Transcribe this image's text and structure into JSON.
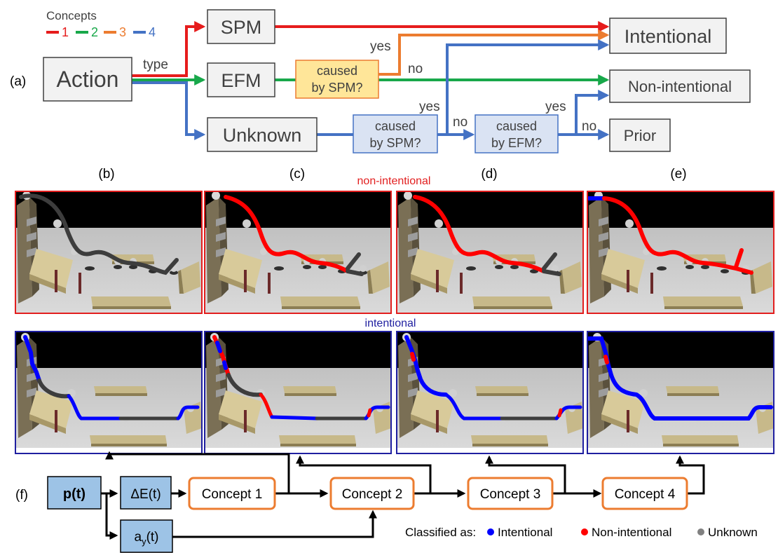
{
  "colors": {
    "c1": "#e61c1c",
    "c2": "#18a84a",
    "c3": "#ec7c30",
    "c4": "#4472c4",
    "box_fill": "#f2f2f2",
    "yellow_fill": "#ffe699",
    "blue_fill": "#dae3f3",
    "input_fill": "#9dc3e6",
    "concept_stroke": "#ec7c30",
    "panel_red": "#e21e1e",
    "panel_blue": "#1f1fa0",
    "dot_intentional": "#0000ff",
    "dot_nonintentional": "#ff0000",
    "dot_unknown": "#808080"
  },
  "legend": {
    "title": "Concepts",
    "items": [
      "1",
      "2",
      "3",
      "4"
    ]
  },
  "part_a": {
    "label": "(a)",
    "action": "Action",
    "type_label": "type",
    "spm": "SPM",
    "efm": "EFM",
    "unknown": "Unknown",
    "q_spm_1": [
      "caused",
      "by SPM?"
    ],
    "q_spm_2": [
      "caused",
      "by SPM?"
    ],
    "q_efm": [
      "caused",
      "by EFM?"
    ],
    "yes": "yes",
    "no": "no",
    "intentional": "Intentional",
    "non_intentional": "Non-intentional",
    "prior": "Prior"
  },
  "columns": [
    "(b)",
    "(c)",
    "(d)",
    "(e)"
  ],
  "row_labels": {
    "non_intentional": "non-intentional",
    "intentional": "intentional"
  },
  "part_f": {
    "label": "(f)",
    "pt": "p(t)",
    "de": "ΔE(t)",
    "ay_main": "a",
    "ay_sub": "y",
    "ay_tail": "(t)",
    "concepts": [
      "Concept 1",
      "Concept 2",
      "Concept 3",
      "Concept 4"
    ],
    "classified_label": "Classified as:",
    "classes": [
      "Intentional",
      "Non-intentional",
      "Unknown"
    ]
  }
}
